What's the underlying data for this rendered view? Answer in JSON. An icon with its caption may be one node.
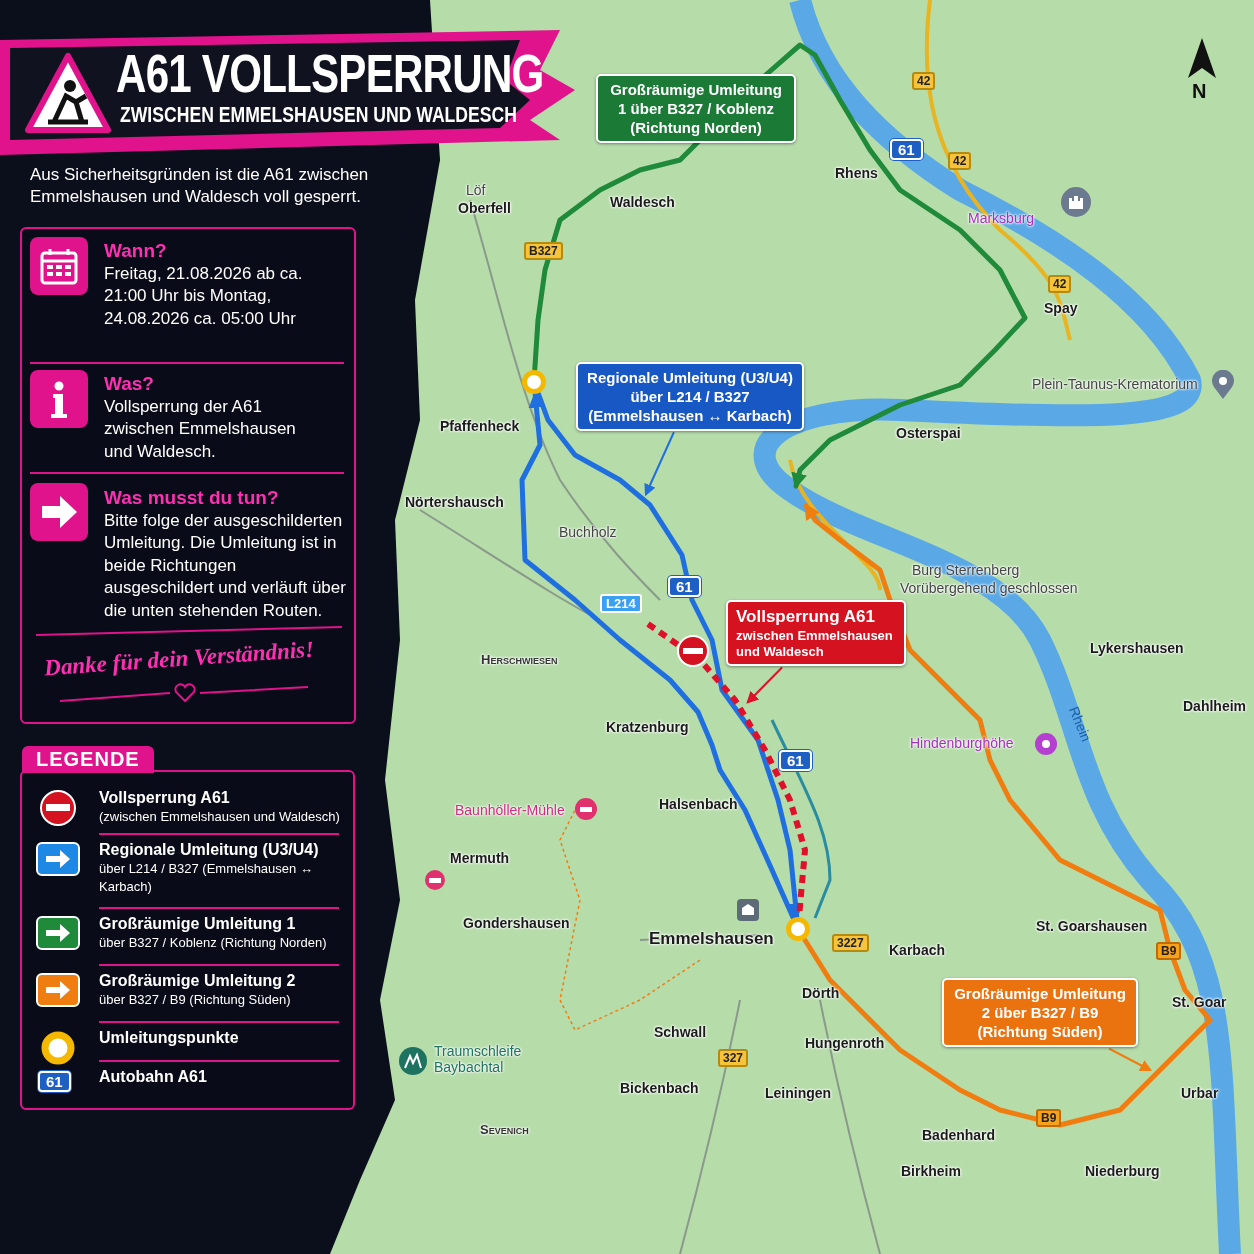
{
  "diagram": {
    "title": "A61 VOLLSPERRUNG",
    "nodes": [
      {
        "text": [
          "Wann?",
          "Freitag, 21.08.2026 ab ca. 21:00 Uhr bis Montag, 24.08.2026 ca. 05:00 Uhr"
        ]
      },
      {
        "text": [
          "Was?",
          "Vollsperrung der A61 zwischen Emmelshausen und Waldesch."
        ]
      },
      {
        "text": [
          "Was musst du tun?",
          "Bitte folge der ausgeschilderten Umleitung. Die Umleitung ist in beide Richtungen ausgeschildert und verläuft über die unten stehenden Routen."
        ]
      },
      {
        "text": [
          "Großräumige Umleitung 1 über B327 / Koblenz (Richtung Norden)"
        ]
      },
      {
        "text": [
          "Regionale Umleitung (U3/U4) über L214 / B327 (Emmelshausen ↔ Karbach)"
        ]
      },
      {
        "text": [
          "Vollsperrung A61",
          "zwischen Emmelshausen und Waldesch"
        ]
      },
      {
        "text": [
          "Großräumige Umleitung 2 über B327 / B9 (Richtung Süden)"
        ]
      },
      {
        "text": [],
        "shape": "circle"
      },
      {
        "text": [],
        "shape": "circle"
      }
    ],
    "edges": [
      {
        "from": 7,
        "to": 8,
        "arrow": "to",
        "color": "#1f6fe0"
      },
      {
        "from": 8,
        "to": 7,
        "arrow": "to",
        "color": "#1f6fe0"
      },
      {
        "from": 7,
        "to": null,
        "arrow": "to",
        "color": "#1e8a3a"
      },
      {
        "from": 8,
        "to": null,
        "arrow": "to",
        "color": "#f07d10"
      },
      {
        "from": null,
        "to": 8,
        "arrow": "none",
        "style": "dashed",
        "color": "#e0102a"
      },
      {
        "from": 4,
        "to": null,
        "arrow": "to",
        "color": "#1f6fe0"
      },
      {
        "from": 5,
        "to": null,
        "arrow": "to",
        "color": "#e0102a"
      },
      {
        "from": 6,
        "to": null,
        "arrow": "to",
        "color": "#f07d10"
      }
    ],
    "labels": [
      "ZWISCHEN EMMELSHAUSEN UND WALDESCH",
      "Aus Sicherheitsgründen ist die A61 zwischen Emmelshausen und Waldesch voll gesperrt.",
      "Danke für dein Verständnis!",
      "LEGENDE",
      "N",
      "Löf",
      "Oberfell",
      "Waldesch",
      "Rhens",
      "Marksburg",
      "Spay",
      "Plein-Taunus-Krematorium",
      "Pfaffenheck",
      "Osterspai",
      "Nörtershausch",
      "Buchholz",
      "Burg Sterrenberg",
      "Vorübergehend geschlossen",
      "Lykershausen",
      "Herschwiesen",
      "Dahlheim",
      "Kratzenburg",
      "Hindenburghöhe",
      "Rhein",
      "Baunhöller-Mühle",
      "Halsenbach",
      "Mermuth",
      "Gondershausen",
      "Emmelshausen",
      "Karbach",
      "St. Goarshausen",
      "St. Goar",
      "Dörth",
      "Schwall",
      "Hungenroth",
      "Traumschleife Baybachtal",
      "Bickenbach",
      "Leiningen",
      "Urbar",
      "Badenhard",
      "Birkheim",
      "Niederburg",
      "Sevenich",
      "B327",
      "42",
      "42",
      "42",
      "61",
      "L214",
      "61",
      "61",
      "3227",
      "327",
      "B9",
      "B9",
      "61"
    ],
    "legend": [
      {
        "text": "**Vollsperrung A61** (zwischen Emmelshausen und Waldesch)"
      },
      {
        "text": "**Regionale Umleitung (U3/U4)** über L214 / B327 (Emmelshausen ↔ Karbach)",
        "color": "#1e88e5"
      },
      {
        "text": "**Großräumige Umleitung 1** über B327 / Koblenz (Richtung Norden)",
        "color": "#1e8a3a"
      },
      {
        "text": "**Großräumige Umleitung 2** über B327 / B9 (Richtung Süden)",
        "color": "#f07d10"
      },
      {
        "text": "**Umleitungspunkte**"
      },
      {
        "text": "**Autobahn A61**"
      }
    ]
  }
}
